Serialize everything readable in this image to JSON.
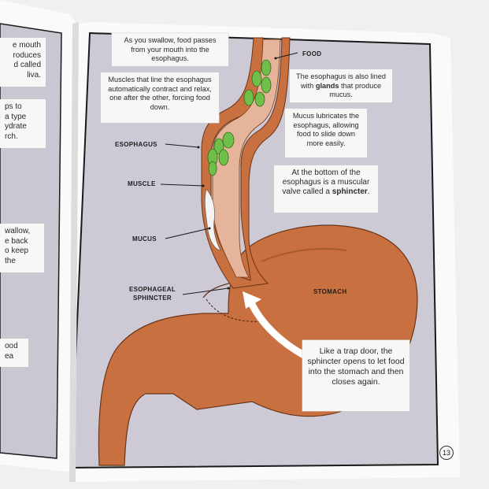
{
  "left_page": {
    "fragments": [
      {
        "lines": [
          "e mouth",
          "roduces",
          "d called",
          "liva."
        ]
      },
      {
        "lines": [
          "ps to",
          "a type",
          "ydrate",
          "rch."
        ]
      },
      {
        "lines": [
          "wallow,",
          "e back",
          "o keep",
          "the"
        ]
      },
      {
        "lines": [
          "ood",
          "ea"
        ]
      }
    ]
  },
  "captions": {
    "swallow": "As you swallow, food passes from your mouth into the esophagus.",
    "muscles": "Muscles that line the esophagus automatically contract and relax, one after the other, forcing food down.",
    "glands_pre": "The esophagus is also lined with ",
    "glands_bold": "glands",
    "glands_post": " that produce mucus.",
    "mucus": "Mucus lubricates the esophagus, allowing food to slide down more easily.",
    "sphincter_pre": "At the bottom of the esophagus is a muscular valve called a ",
    "sphincter_bold": "sphincter",
    "sphincter_post": ".",
    "trapdoor": "Like a trap door, the sphincter opens to let food into the stomach and then closes again."
  },
  "labels": {
    "food": "FOOD",
    "esophagus": "ESOPHAGUS",
    "muscle": "MUSCLE",
    "mucus": "MUCUS",
    "sphincter_line1": "ESOPHAGEAL",
    "sphincter_line2": "SPHINCTER",
    "stomach": "STOMACH"
  },
  "page_number": "13",
  "colors": {
    "panel_bg": "#cfcbd6",
    "organ": "#c8703f",
    "organ_dark": "#a85a30",
    "food": "#6fbf4a",
    "arrow": "#ffffff"
  }
}
